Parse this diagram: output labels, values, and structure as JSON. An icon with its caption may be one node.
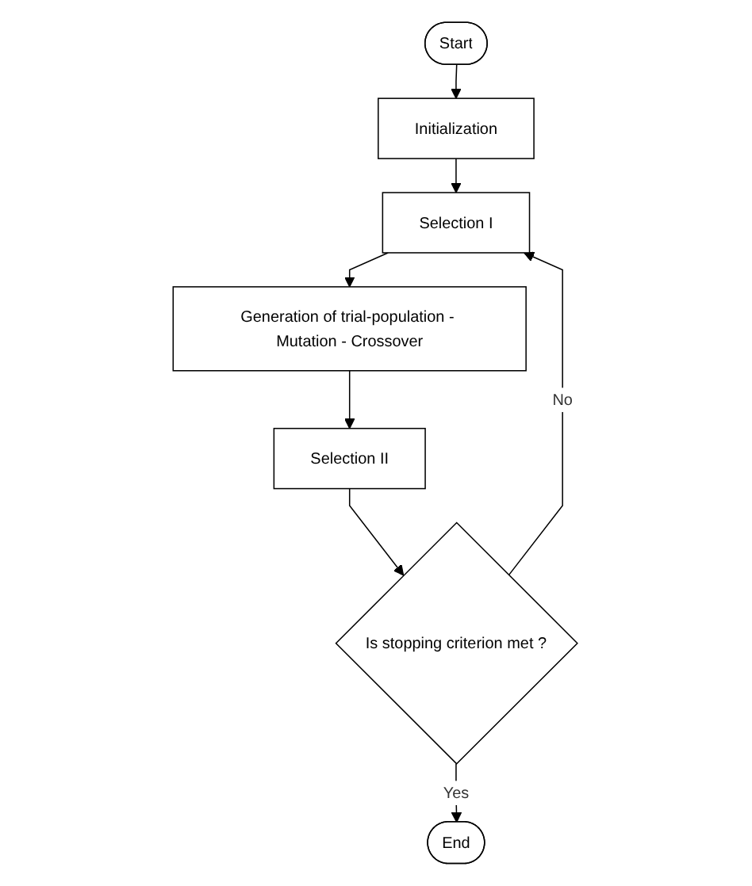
{
  "diagram": {
    "nodes": [
      {
        "text": [
          "Start"
        ]
      },
      {
        "text": [
          "Initialization"
        ]
      },
      {
        "text": [
          "Selection I"
        ]
      },
      {
        "text": [
          "Generation of trial-population - Mutation - Crossover"
        ]
      },
      {
        "text": [
          "Selection II"
        ]
      },
      {
        "text": [
          "Is stopping criterion met ?"
        ]
      },
      {
        "text": [
          "End"
        ]
      }
    ],
    "edges": [
      {
        "from": 0,
        "to": 1,
        "arrow": "to"
      },
      {
        "from": 1,
        "to": 2,
        "arrow": "to"
      },
      {
        "from": 2,
        "to": 3,
        "arrow": "to"
      },
      {
        "from": 3,
        "to": 4,
        "arrow": "to"
      },
      {
        "from": 4,
        "to": 5,
        "arrow": "to"
      },
      {
        "from": 5,
        "to": 2,
        "arrow": "to",
        "label": "No"
      },
      {
        "from": 5,
        "to": 6,
        "arrow": "to",
        "label": "Yes"
      }
    ]
  }
}
